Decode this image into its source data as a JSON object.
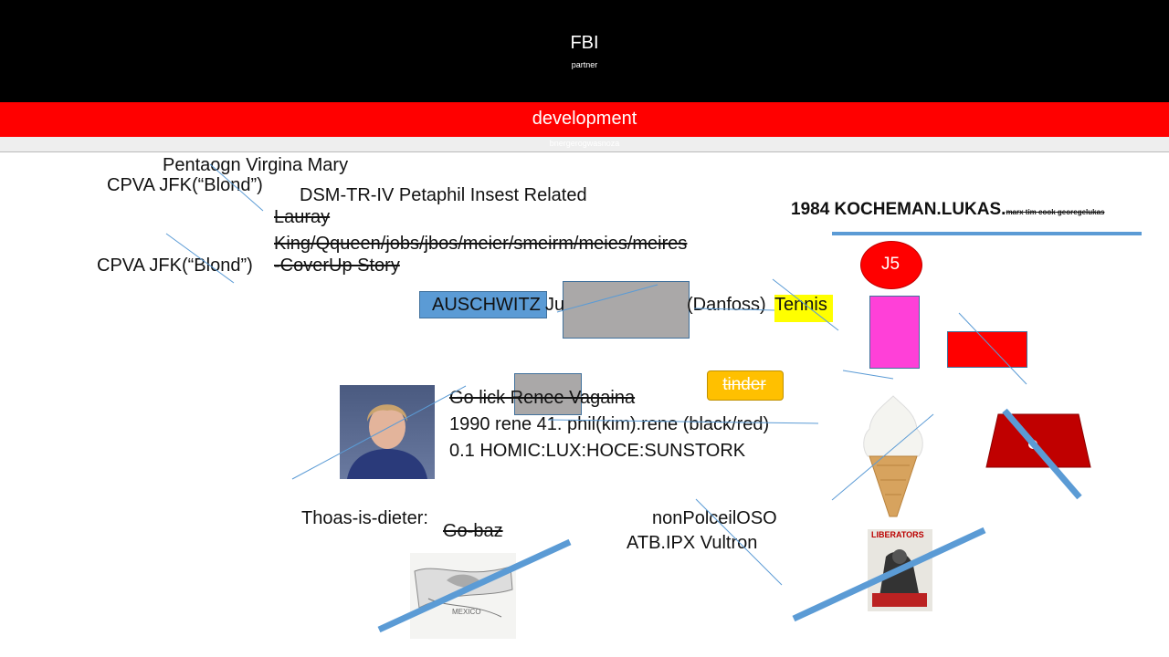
{
  "header": {
    "title": "FBI",
    "subtitle": "partner",
    "band_label": "development",
    "sub_band_label": "bnergerogwasnoza"
  },
  "notes": {
    "pentagon": "Pentaogn Virgina Mary",
    "cpva1": "CPVA  JFK(“Blond”)",
    "dsm": "DSM-TR-IV Petaphil Insest Related",
    "lauray": "Lauray",
    "king": "King/Qqueen/jobs/jbos/meier/smeirm/meies/meires",
    "cpva2": "CPVA  JFK(“Blond”)",
    "coverup": "-CoverUp Story",
    "auschwitz": "AUSCHWITZ",
    "ju": "Ju",
    "danfoss": "(Danfoss)",
    "tennis": "Tennis",
    "kocheman": "1984 KOCHEMAN.LUKAS.",
    "kocheman_small": "marx tim cook georegelukas",
    "j5": "J5",
    "tinder": "tinder",
    "golick": "Go lick Renee Vagaina",
    "rene": "1990 rene 41. phil(kim).rene (black/red)",
    "homic": "0.1 HOMIC:LUX:HOCE:SUNSTORK",
    "thoas": "Thoas-is-dieter:",
    "gobaz": "Go-baz",
    "nonpol": "nonPolceilOSO",
    "atb": "ATB.IPX Vultron",
    "liberators": "LIBERATORS",
    "map_label": "MEXICO"
  },
  "colors": {
    "blue_box": "#5b9bd5",
    "grey_box": "#aaa8a8",
    "yellow": "#ffff00",
    "magenta": "#ff40d8",
    "red": "#ff0000",
    "dark_red": "#c00000",
    "orange": "#ffc000",
    "line_blue": "#5b9bd5"
  },
  "icons": [
    "portrait-photo",
    "ice-cream-cone-image",
    "liberators-poster-image",
    "map-cartoon-image"
  ]
}
